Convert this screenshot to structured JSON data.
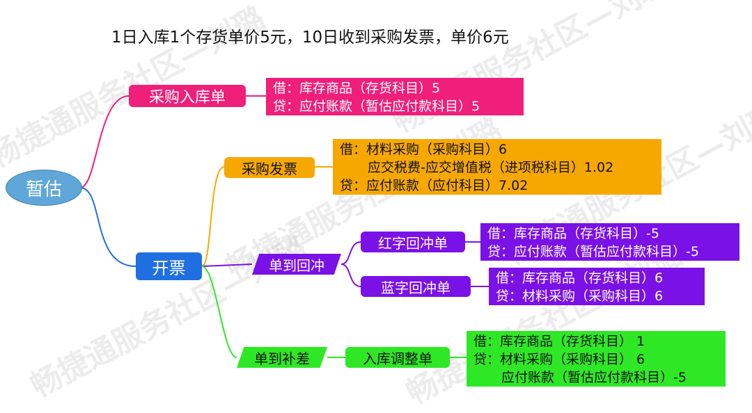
{
  "title": "1日入库1个存货单价5元，10日收到采购发票，单价6元",
  "watermark": "畅捷通服务社区—刘璐",
  "colors": {
    "root": "#5fa7d8",
    "magenta": "#ef1f7a",
    "orange": "#f7a800",
    "blue": "#1f6fe0",
    "purple": "#7a11e6",
    "green": "#2fe825"
  },
  "nodes": {
    "root": "暂估",
    "purchase_receipt": "采购入库单",
    "invoice_branch": "开票",
    "purchase_invoice": "采购发票",
    "offset": "单到回冲",
    "red_offset": "红字回冲单",
    "blue_offset": "蓝字回冲单",
    "supplement": "单到补差",
    "adjust": "入库调整单"
  },
  "boxes": {
    "purchase_receipt": [
      "借：库存商品（存货科目）5",
      "贷：应付账款（暂估应付款科目）5"
    ],
    "purchase_invoice": [
      "借：材料采购（采购科目）6",
      "    应交税费-应交增值税（进项税科目）1.02",
      "贷：应付账款（应付科目）7.02"
    ],
    "red_offset": [
      "借：库存商品（存货科目）-5",
      "贷：应付账款（暂估应付款科目）-5"
    ],
    "blue_offset": [
      "借：库存商品（存货科目）6",
      "贷：材料采购（采购科目）6"
    ],
    "adjust": [
      "借：库存商品（存货科目） 1",
      "贷：材料采购（采购科目） 6",
      "    应付账款（暂估应付款科目）-5"
    ]
  }
}
